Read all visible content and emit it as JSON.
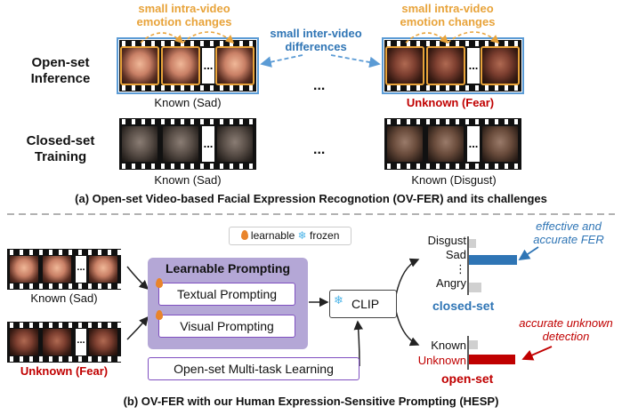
{
  "part_a": {
    "left_annotation_line1": "small intra-video",
    "left_annotation_line2": "emotion changes",
    "right_annotation_line1": "small intra-video",
    "right_annotation_line2": "emotion changes",
    "inter_line1": "small inter-video",
    "inter_line2": "differences",
    "row1_line1": "Open-set",
    "row1_line2": "Inference",
    "row2_line1": "Closed-set",
    "row2_line2": "Training",
    "ellipsis_top": "...",
    "ellipsis_bottom": "...",
    "caption_known_sad_1": "Known (Sad)",
    "caption_unknown_fear": "Unknown (Fear)",
    "caption_known_sad_2": "Known (Sad)",
    "caption_known_disgust": "Known (Disgust)",
    "film_dots": "...",
    "title": "(a) Open-set Video-based Facial Expression Recognotion (OV-FER) and its challenges"
  },
  "part_b": {
    "legend_learnable": "learnable",
    "legend_frozen": "frozen",
    "left_caption_1": "Known (Sad)",
    "left_caption_2": "Unknown (Fear)",
    "lp_title": "Learnable Prompting",
    "textual": "Textual Prompting",
    "visual": "Visual Prompting",
    "multitask": "Open-set Multi-task Learning",
    "clip": "CLIP",
    "closed_labels": [
      "Disgust",
      "Sad",
      "⋮",
      "Angry"
    ],
    "closed_set_label": "closed-set",
    "open_labels": [
      "Known",
      "Unknown"
    ],
    "open_set_label": "open-set",
    "annot_effective_1": "effective and",
    "annot_effective_2": "accurate FER",
    "annot_unknown_1": "accurate unknown",
    "annot_unknown_2": "detection",
    "title": "(b) OV-FER with our Human Expression-Sensitive Prompting (HESP)"
  },
  "colors": {
    "orange": "#e8a33a",
    "blue": "#2f75b5",
    "red": "#c00000",
    "purple_box": "#b4a7d6",
    "purple_border": "#7f4fc0"
  }
}
